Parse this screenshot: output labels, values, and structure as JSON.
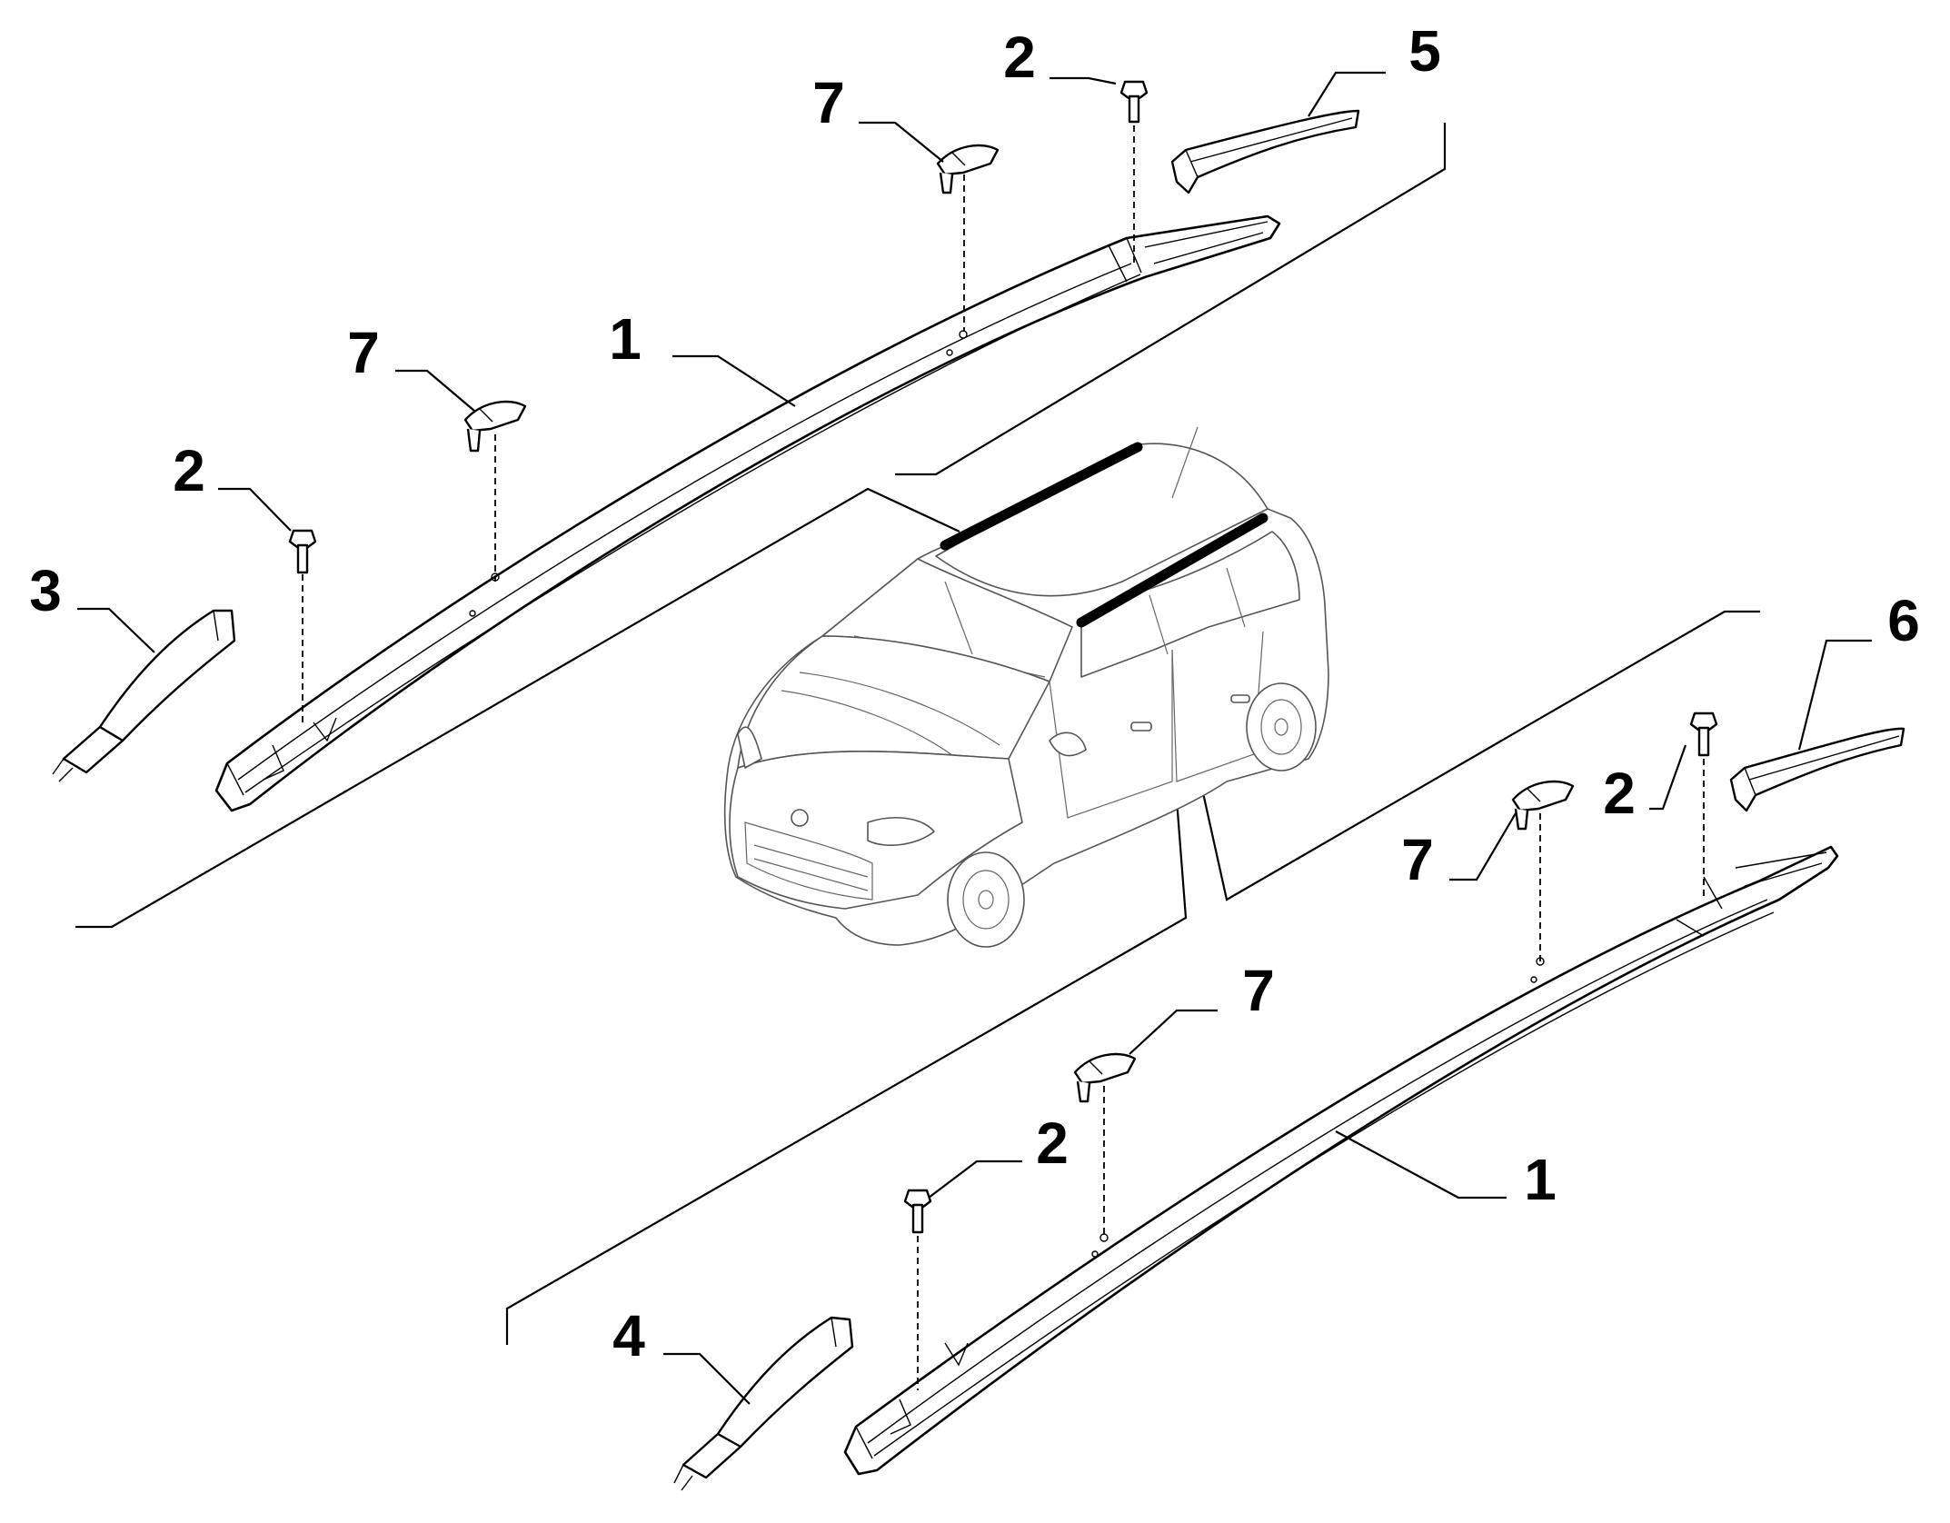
{
  "diagram": {
    "callouts": {
      "top_rail": "1",
      "bottom_rail": "1",
      "screw_top_right": "2",
      "screw_top_left": "2",
      "screw_bottom_right": "2",
      "screw_bottom_left": "2",
      "cover_front_left": "3",
      "cover_front_right": "4",
      "cover_rear_left": "5",
      "cover_rear_right": "6",
      "cap_top_right": "7",
      "cap_top_left": "7",
      "cap_bottom_right": "7",
      "cap_bottom_left": "7"
    }
  }
}
